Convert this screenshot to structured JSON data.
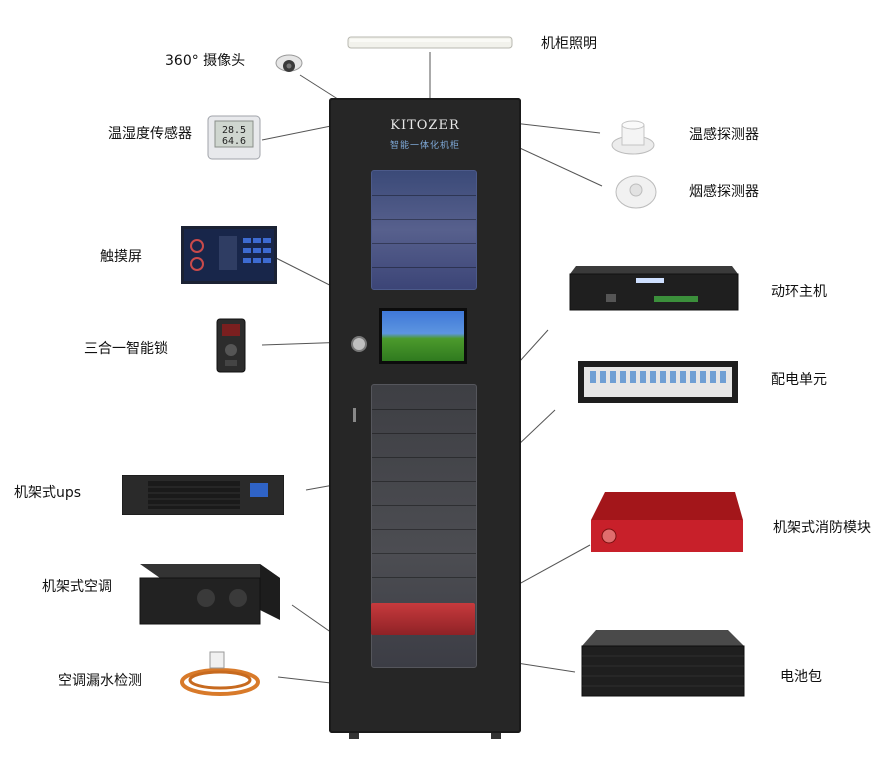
{
  "labels": {
    "camera": "360° 摄像头",
    "lighting": "机柜照明",
    "temp_humidity": "温湿度传感器",
    "temp_detector": "温感探测器",
    "smoke_detector": "烟感探测器",
    "touchscreen": "触摸屏",
    "env_host": "动环主机",
    "lock": "三合一智能锁",
    "power_dist": "配电单元",
    "ups": "机架式ups",
    "fire_module": "机架式消防模块",
    "aircon": "机架式空调",
    "leak": "空调漏水检测",
    "battery": "电池包"
  },
  "cabinet": {
    "brand": "KITOZER",
    "subtitle": "智能一体化机柜"
  },
  "sensor_display": {
    "top": "28.5",
    "bottom": "64.6"
  }
}
